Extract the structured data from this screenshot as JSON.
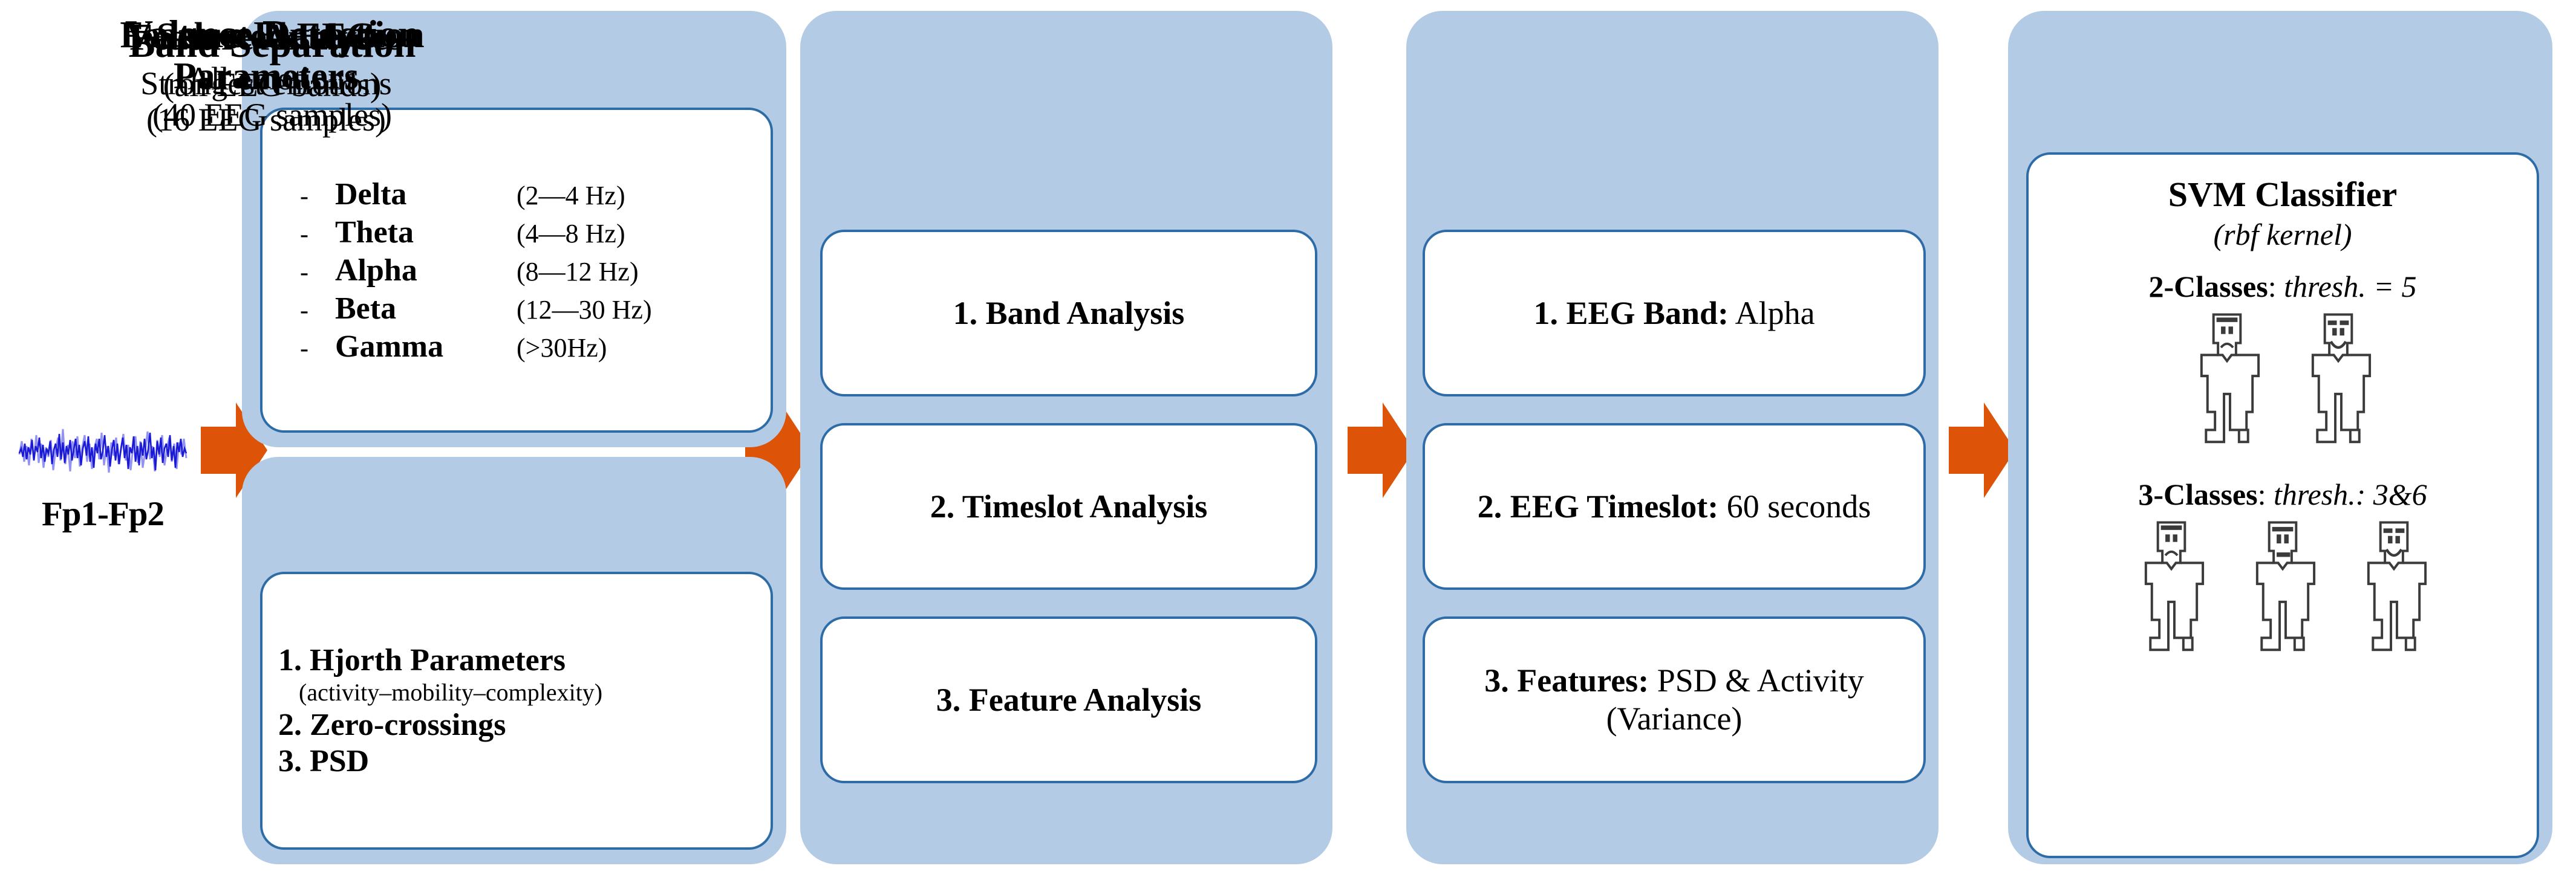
{
  "source": {
    "icon": "eeg-waveform-icon",
    "label": "Fp1-Fp2"
  },
  "colors": {
    "panel_fill": "#b4cbe6",
    "card_border": "#2d6ca6",
    "arrow": "#dd5409",
    "eeg_trace": "#2c2ce0"
  },
  "arrows": [
    {
      "name": "arrow-source-to-band"
    },
    {
      "name": "arrow-band-to-analyses"
    },
    {
      "name": "arrow-analyses-to-params"
    },
    {
      "name": "arrow-params-to-valence"
    }
  ],
  "columns": {
    "band_separation": {
      "title": "Band Separation",
      "bands": [
        {
          "dash": "-",
          "name": "Delta",
          "range": "(2—4 Hz)"
        },
        {
          "dash": "-",
          "name": "Theta",
          "range": "(4—8 Hz)"
        },
        {
          "dash": "-",
          "name": "Alpha",
          "range": "(8—12 Hz)"
        },
        {
          "dash": "-",
          "name": "Beta",
          "range": "(12—30 Hz)"
        },
        {
          "dash": "-",
          "name": "Gamma",
          "range": "(>30Hz)"
        }
      ]
    },
    "feature_extraction": {
      "title": "Feature Extraction",
      "subtitle": "(all EEG bands)",
      "items": [
        {
          "main": "1. Hjorth Parameters",
          "sub": "(activity–mobility–complexity)"
        },
        {
          "main": "2. Zero-crossings",
          "sub": ""
        },
        {
          "main": "3. PSD",
          "sub": ""
        }
      ]
    },
    "feature_analyses": {
      "title": "Feature Analyses",
      "subtitle_line1": "Strongest emotions",
      "subtitle_line2": "(16 EEG samples)",
      "cards": [
        {
          "label": "1. Band Analysis"
        },
        {
          "label": "2. Timeslot Analysis"
        },
        {
          "label": "3. Feature Analysis"
        }
      ]
    },
    "selected_parameters": {
      "title_line1": "Selected EEG",
      "title_line2": "Parameters",
      "cards": [
        {
          "bold": "1. EEG Band:",
          "value": "Alpha"
        },
        {
          "bold": "2. EEG Timeslot:",
          "value": "60 seconds"
        },
        {
          "bold": "3. Features:",
          "value": "PSD & Activity (Variance)"
        }
      ]
    },
    "valence_detection": {
      "title": "Valence Detection",
      "subtitle_line1": "All emotions",
      "subtitle_line2": "(40 EEG samples)",
      "classifier_title": "SVM Classifier",
      "classifier_kernel": "(rbf kernel)",
      "two_classes": {
        "bold": "2-Classes",
        "rest": ": ",
        "italic": "thresh. = 5",
        "figures": [
          "sad-person-icon",
          "happy-person-icon"
        ]
      },
      "three_classes": {
        "bold": "3-Classes",
        "rest": ": ",
        "italic": "thresh.: 3&6",
        "figures": [
          "sad-person-icon",
          "neutral-person-icon",
          "happy-person-icon"
        ]
      }
    }
  }
}
